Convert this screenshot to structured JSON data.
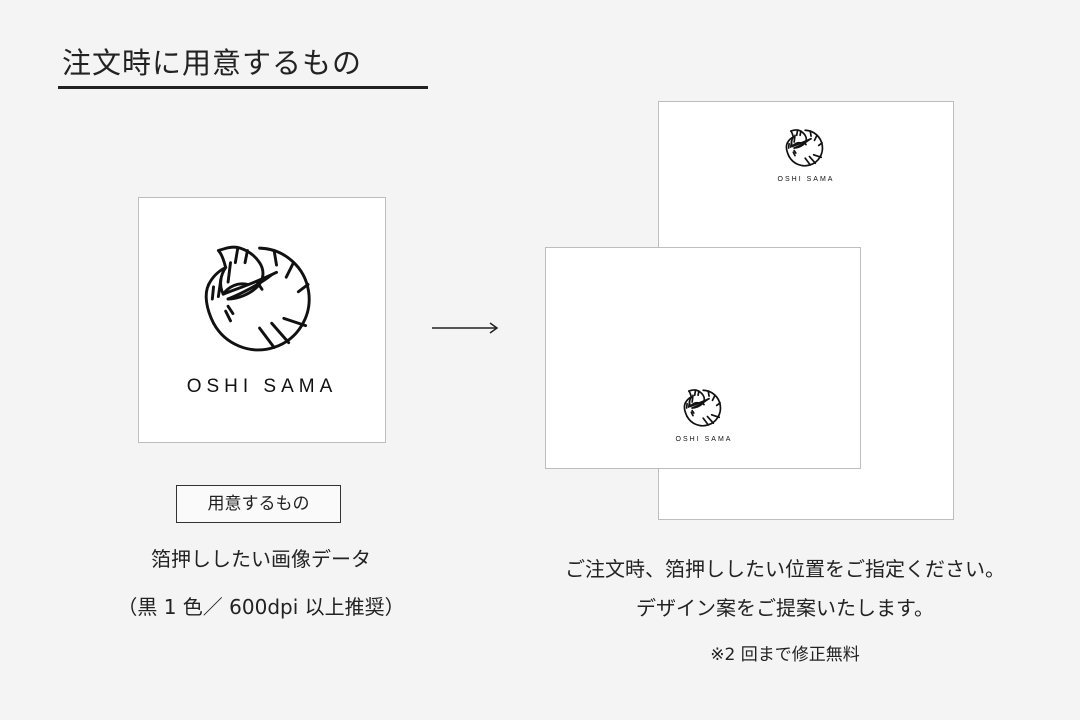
{
  "header": {
    "title": "注文時に用意するもの"
  },
  "left": {
    "logo_text": "OSHI SAMA",
    "badge": "用意するもの",
    "line1": "箔押ししたい画像データ",
    "line2": "（黒 1 色／ 600dpi 以上推奨）"
  },
  "right": {
    "logo_text": "OSHI SAMA",
    "line1": "ご注文時、箔押ししたい位置をご指定ください。",
    "line2": "デザイン案をご提案いたします。",
    "note": "※2 回まで修正無料"
  },
  "colors": {
    "background": "#f4f4f4",
    "text": "#222222",
    "card_border": "#bdbdbd"
  }
}
